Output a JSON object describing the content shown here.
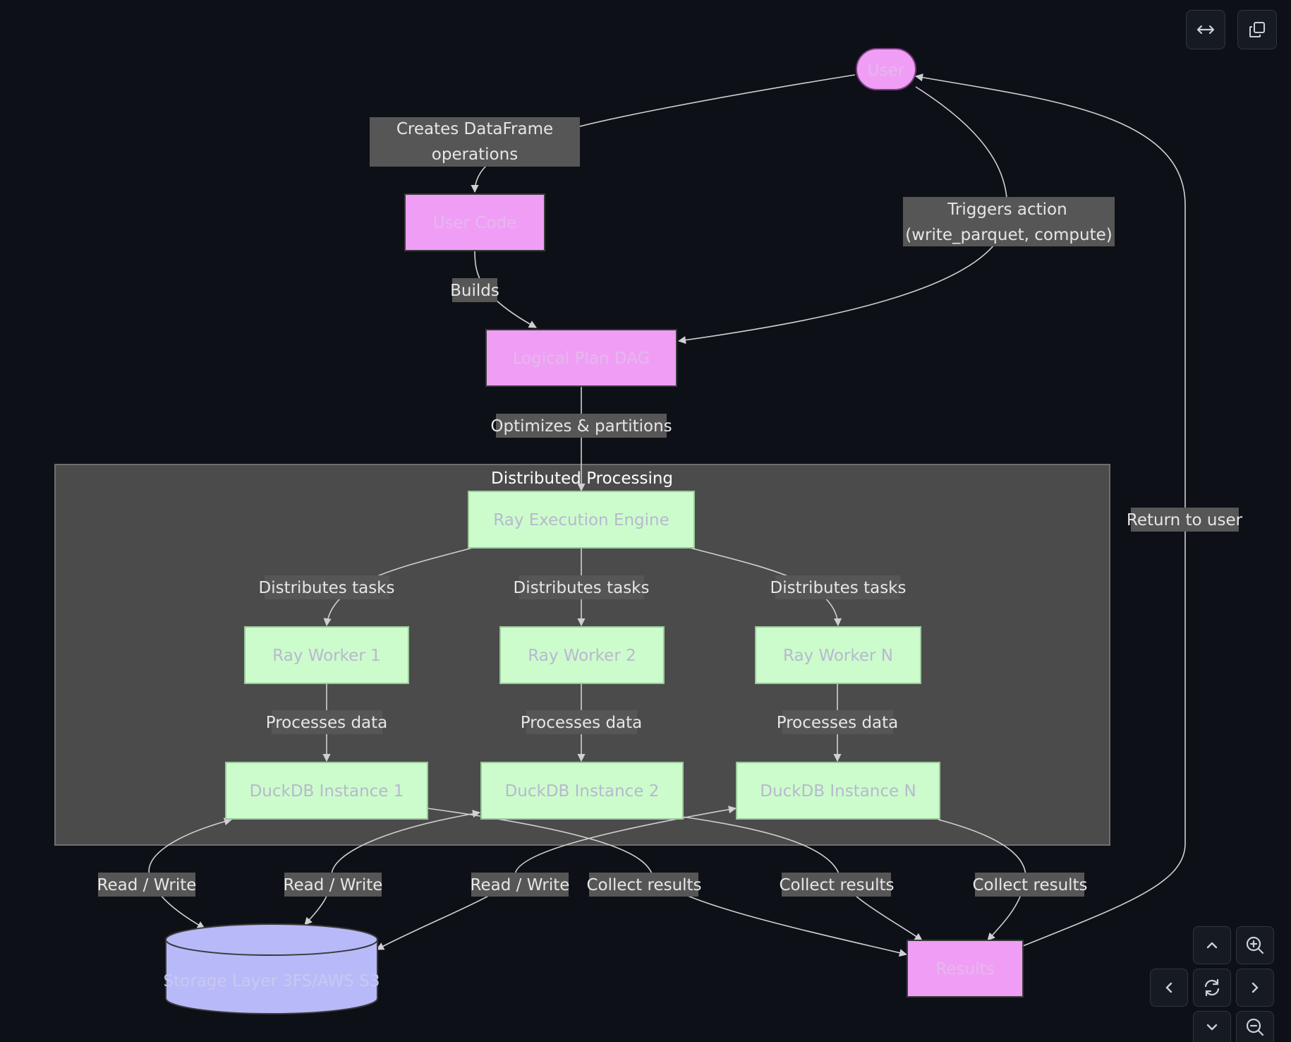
{
  "diagram": {
    "subgraph_title": "Distributed Processing",
    "nodes": {
      "user": "User",
      "user_code": "User Code",
      "logical_plan": "Logical Plan DAG",
      "ray_engine": "Ray Execution Engine",
      "worker1": "Ray Worker 1",
      "worker2": "Ray Worker 2",
      "workerN": "Ray Worker N",
      "duck1": "DuckDB Instance 1",
      "duck2": "DuckDB Instance 2",
      "duckN": "DuckDB Instance N",
      "storage": "Storage Layer 3FS/AWS S3",
      "results": "Results"
    },
    "edge_labels": {
      "creates_1": "Creates DataFrame",
      "creates_2": "operations",
      "builds": "Builds",
      "triggers_1": "Triggers action",
      "triggers_2": "(write_parquet, compute)",
      "optimizes": "Optimizes & partitions",
      "distributes": "Distributes tasks",
      "processes": "Processes data",
      "read_write": "Read / Write",
      "collect": "Collect results",
      "return": "Return to user"
    },
    "colors": {
      "background": "#0d1117",
      "pink_node": "#f09ef5",
      "green_node": "#ccfccc",
      "storage_node": "#b8b9f8",
      "subgraph_fill": "#4b4b4b",
      "label_bg": "#565656",
      "edge": "#d0d0d0"
    }
  },
  "controls": {
    "expand": "expand-icon",
    "copy": "copy-icon",
    "pan_up": "chevron-up-icon",
    "pan_down": "chevron-down-icon",
    "pan_left": "chevron-left-icon",
    "pan_right": "chevron-right-icon",
    "zoom_in": "zoom-in-icon",
    "zoom_out": "zoom-out-icon",
    "reset": "reset-icon"
  }
}
